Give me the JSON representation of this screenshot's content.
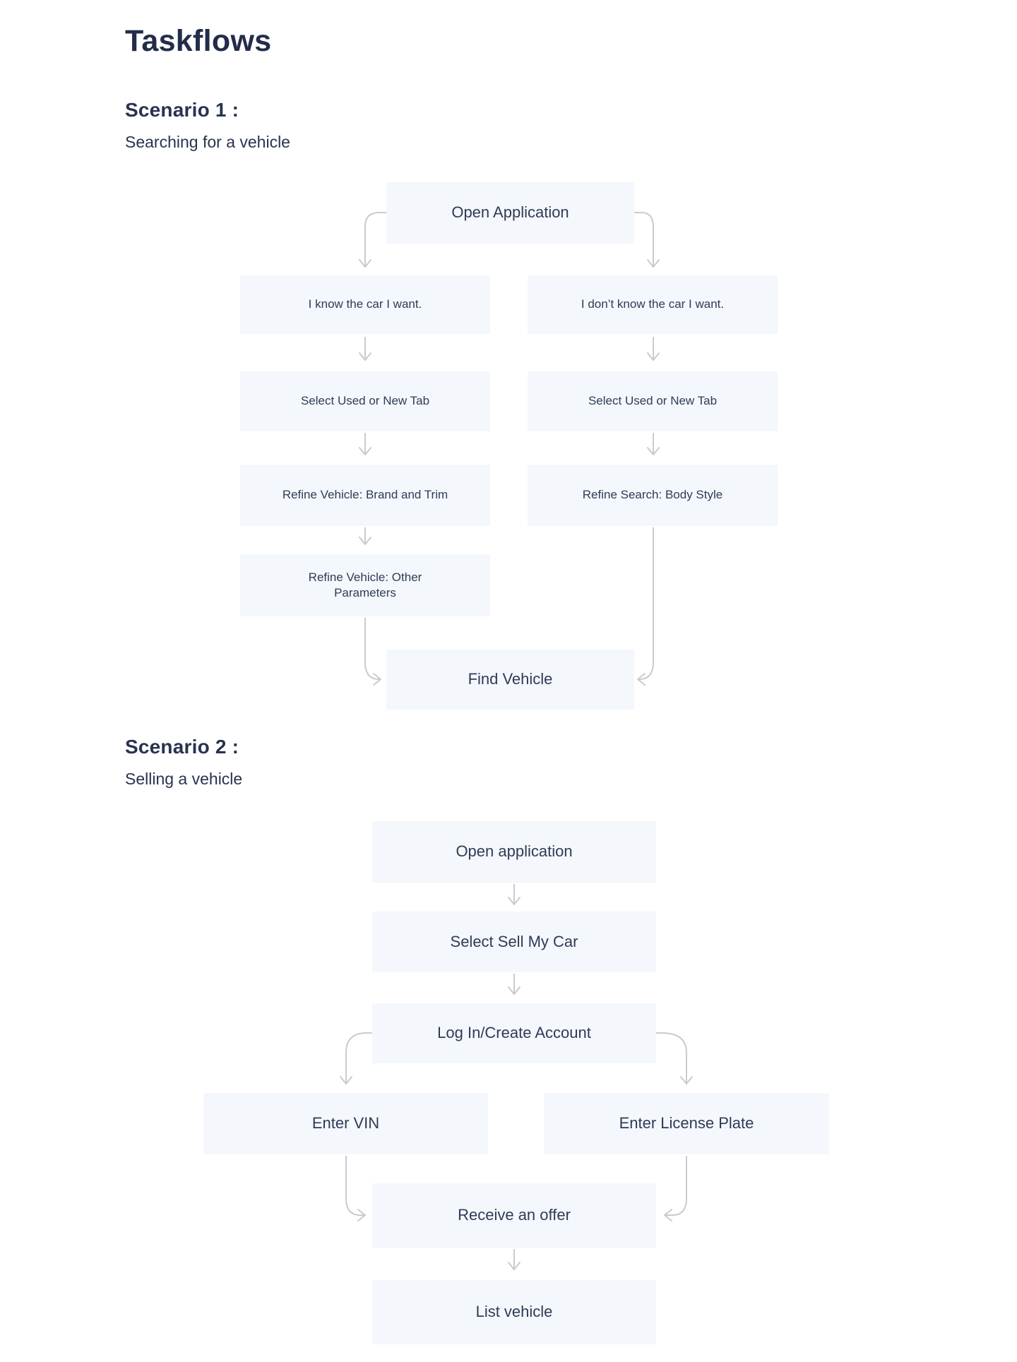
{
  "page": {
    "title": "Taskflows"
  },
  "colors": {
    "title_text": "#232C49",
    "heading_text": "#283350",
    "node_text": "#303B56",
    "node_bg": "#F4F7FB",
    "arrow": "#C9CBD1"
  },
  "scenario1": {
    "heading": "Scenario 1 :",
    "subtitle": "Searching for a vehicle",
    "nodes": {
      "open_application": "Open Application",
      "know_car": "I know the car I want.",
      "dont_know_car": "I don’t know the car I want.",
      "select_tab": "Select Used or New Tab",
      "refine_brand_trim": "Refine Vehicle: Brand and Trim",
      "refine_body_style": "Refine Search: Body Style",
      "refine_other_parameters": "Refine Vehicle: Other Parameters",
      "find_vehicle": "Find Vehicle"
    }
  },
  "scenario2": {
    "heading": "Scenario 2 :",
    "subtitle": "Selling a vehicle",
    "nodes": {
      "open_application": "Open application",
      "select_sell_my_car": "Select Sell My Car",
      "log_in_create_account": "Log In/Create Account",
      "enter_vin": "Enter VIN",
      "enter_license_plate": "Enter License Plate",
      "receive_an_offer": "Receive an offer",
      "list_vehicle": "List vehicle"
    }
  }
}
